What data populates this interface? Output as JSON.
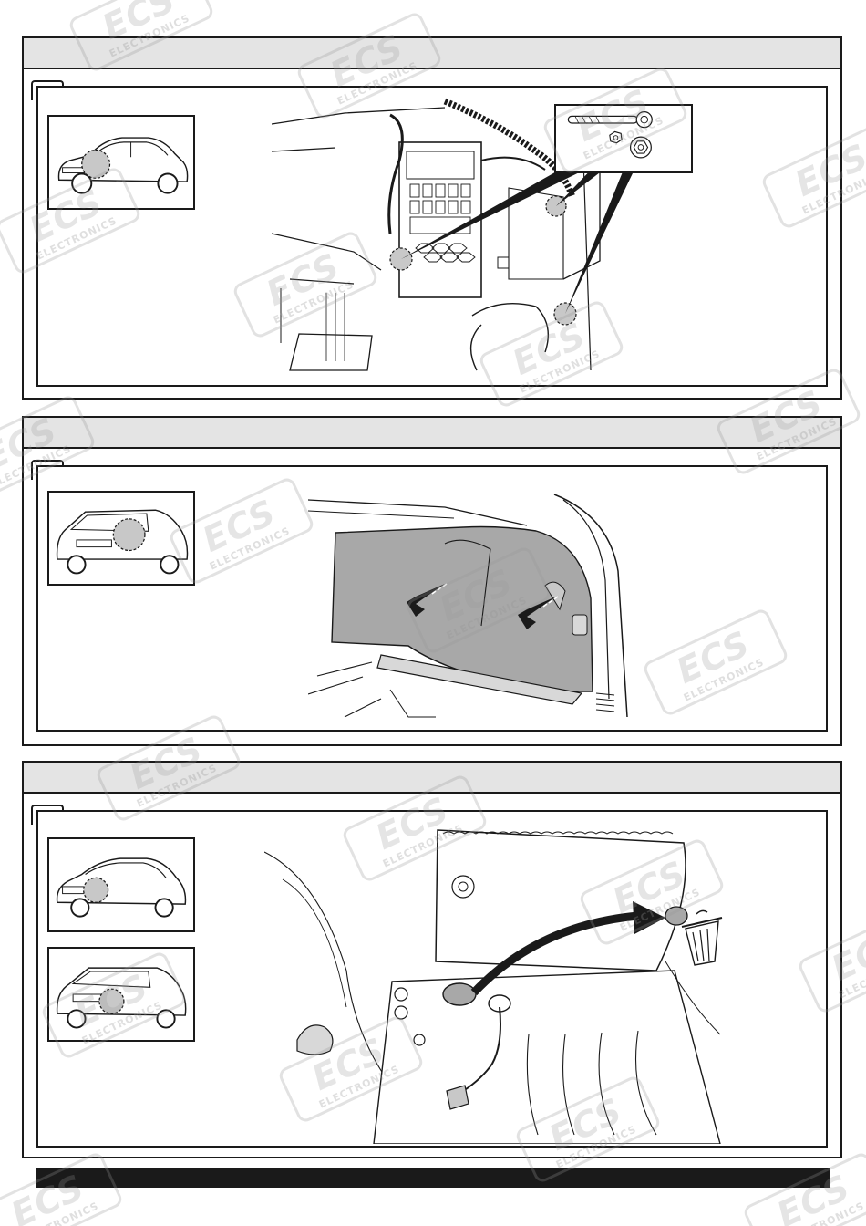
{
  "watermark": {
    "brand": "ECS",
    "sub": "ELECTRONICS",
    "color": "#969696"
  },
  "colors": {
    "line": "#1a1a1a",
    "header": "#e4e4e4",
    "shade": "#a8a8a8",
    "highlight": "#c8c8c8"
  },
  "panels": [
    {
      "step_label": "",
      "thumbnails": [
        "sedan-rear-left-view"
      ],
      "illustration": "fuse-box-ground-points",
      "inset_icons": [
        "ratchet-wrench-icon",
        "nut-icon",
        "washer-nut-icon"
      ]
    },
    {
      "step_label": "",
      "thumbnails": [
        "estate-rear-view"
      ],
      "illustration": "trunk-side-trim-removal"
    },
    {
      "step_label": "",
      "thumbnails": [
        "sedan-rear-right-view",
        "estate-rear-right-view"
      ],
      "illustration": "grommet-removal-discard"
    }
  ],
  "footer": {
    "text": ""
  }
}
